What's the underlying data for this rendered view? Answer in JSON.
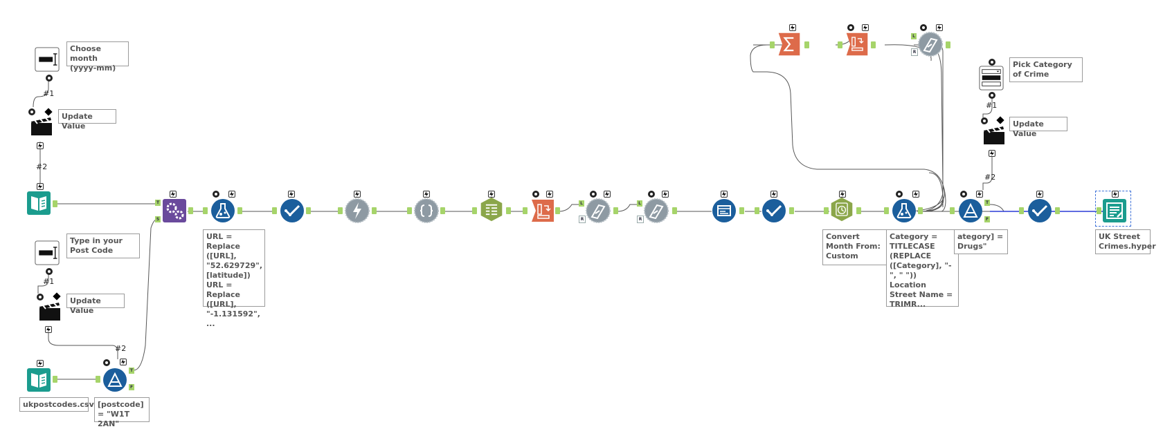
{
  "comments": {
    "choose_month": "Choose month (yyyy-mm)",
    "update_value_1": "Update Value",
    "type_postcode": "Type in your Post Code",
    "update_value_2": "Update Value",
    "pick_category": "Pick Category of Crime",
    "update_value_3": "Update Value"
  },
  "connection_labels": {
    "hash1_a": "#1",
    "hash2_a": "#2",
    "hash1_b": "#1",
    "hash2_b": "#2",
    "hash1_c": "#1",
    "hash2_c": "#2"
  },
  "annotations": {
    "input_file": "ukpostcodes.csv",
    "filter_postcode": "[postcode] = \"W1T 2AN\"",
    "formula_url": "URL = Replace ([URL], \"52.629729\", [latitude])\nURL = Replace ([URL], \"-1.131592\", ...",
    "datetime": "Convert Month From:\nCustom",
    "formula_category": "Category = TITLECASE (REPLACE ([Category], \"-\", \" \"))\nLocation Street Name = TRIMR...",
    "filter_category": "ategory] = Drugs\"",
    "output_file": "UK Street Crimes.hyper"
  },
  "anchors": {
    "true": "T",
    "false": "F",
    "left": "L",
    "right": "R",
    "sort": "S"
  },
  "colors": {
    "teal": "#1b9c8e",
    "blue": "#1b5e9c",
    "purple": "#6a4a9c",
    "gray": "#8e9aa3",
    "olive": "#8ba64a",
    "orange": "#dd6b4a",
    "anchor": "#a6d46a"
  }
}
